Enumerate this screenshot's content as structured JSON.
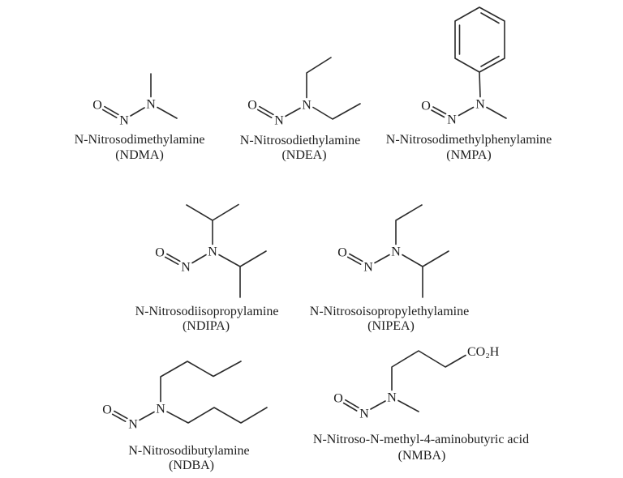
{
  "figure": {
    "background": "#ffffff",
    "line_color": "#2b2b2b",
    "text_color": "#1e1e1e"
  },
  "molecules": [
    {
      "id": "ndma",
      "name": "N-Nitrosodimethylamine",
      "abbr": "(NDMA)",
      "atoms": {
        "oxygen": "O",
        "nitroso_n": "N",
        "amine_n": "N"
      }
    },
    {
      "id": "ndea",
      "name": "N-Nitrosodiethylamine",
      "abbr": "(NDEA)",
      "atoms": {
        "oxygen": "O",
        "nitroso_n": "N",
        "amine_n": "N"
      }
    },
    {
      "id": "nmpa",
      "name": "N-Nitrosodimethylphenylamine",
      "abbr": "(NMPA)",
      "atoms": {
        "oxygen": "O",
        "nitroso_n": "N",
        "amine_n": "N"
      }
    },
    {
      "id": "ndipa",
      "name": "N-Nitrosodiisopropylamine",
      "abbr": "(NDIPA)",
      "atoms": {
        "oxygen": "O",
        "nitroso_n": "N",
        "amine_n": "N"
      }
    },
    {
      "id": "nipea",
      "name": "N-Nitrosoisopropylethylamine",
      "abbr": "(NIPEA)",
      "atoms": {
        "oxygen": "O",
        "nitroso_n": "N",
        "amine_n": "N"
      }
    },
    {
      "id": "ndba",
      "name": "N-Nitrosodibutylamine",
      "abbr": "(NDBA)",
      "atoms": {
        "oxygen": "O",
        "nitroso_n": "N",
        "amine_n": "N"
      }
    },
    {
      "id": "nmba",
      "name": "N-Nitroso-N-methyl-4-aminobutyric acid",
      "abbr": "(NMBA)",
      "atoms": {
        "oxygen": "O",
        "nitroso_n": "N",
        "amine_n": "N",
        "carboxyl": "CO₂H"
      }
    }
  ]
}
